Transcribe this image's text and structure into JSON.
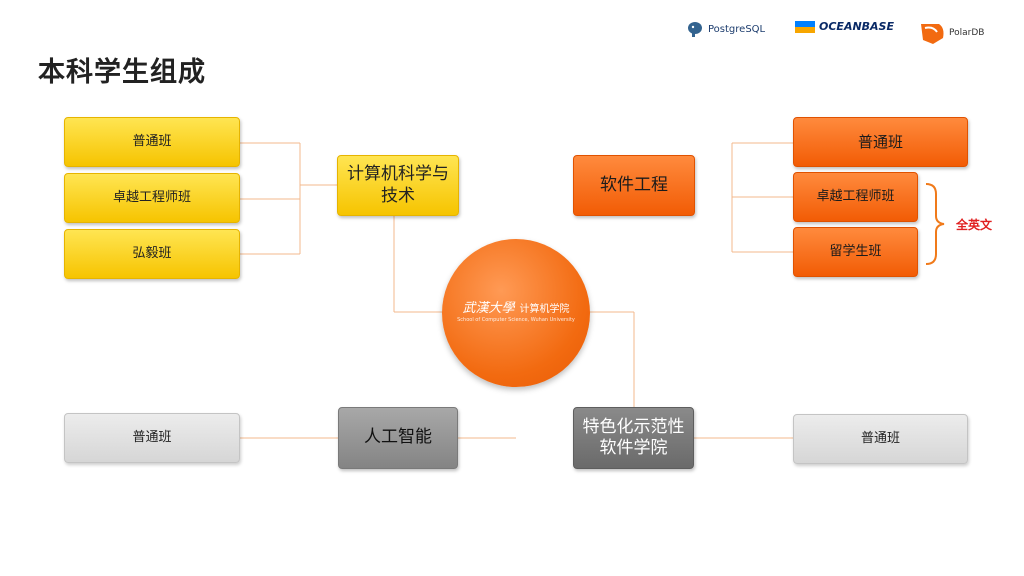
{
  "title": "本科学生组成",
  "logos": {
    "postgres": "PostgreSQL",
    "oceanbase": "OCEANBASE",
    "polardb": "PolarDB"
  },
  "center": {
    "name_cn": "武漢大學",
    "dept_cn": "计算机学院",
    "name_en": "School of Computer Science, Wuhan University"
  },
  "majors": {
    "cs": "计算机科学与技术",
    "se": "软件工程",
    "ai": "人工智能",
    "sse": "特色化示范性\n软件学院"
  },
  "cs_classes": [
    "普通班",
    "卓越工程师班",
    "弘毅班"
  ],
  "se_classes": [
    "普通班",
    "卓越工程师班",
    "留学生班"
  ],
  "ai_classes": [
    "普通班"
  ],
  "sse_classes": [
    "普通班"
  ],
  "bracket_note": "全英文",
  "colors": {
    "yellow": "#f6c400",
    "orange": "#f25c05",
    "grey": "#8a8a8a",
    "accent_red": "#e02020"
  }
}
